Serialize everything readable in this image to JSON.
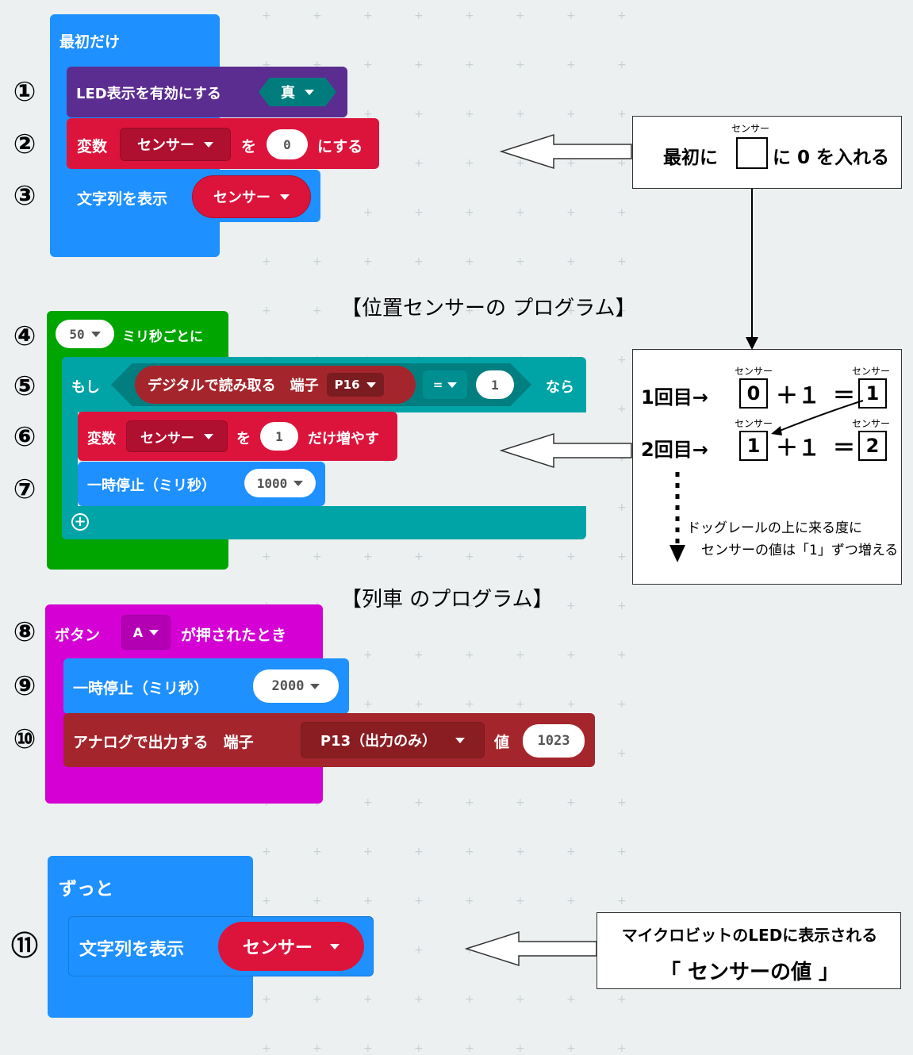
{
  "colors": {
    "blue": "#1e90ff",
    "purple": "#5c2d91",
    "red": "#dc143c",
    "darkred": "#a4262c",
    "green": "#00a500",
    "teal": "#00a4a6",
    "magenta": "#d400d4"
  },
  "markers": [
    "①",
    "②",
    "③",
    "④",
    "⑤",
    "⑥",
    "⑦",
    "⑧",
    "⑨",
    "⑩",
    "⑪"
  ],
  "titles": {
    "sensor_program": "【位置センサーの プログラム】",
    "train_program": "【列車 のプログラム】"
  },
  "block_start": {
    "hat": "最初だけ",
    "led_enable": "LED表示を有効にする",
    "led_value": "真",
    "set_label": "変数",
    "set_var": "センサー",
    "set_wo": "を",
    "set_value": "0",
    "set_suffix": "にする",
    "show_string": "文字列を表示",
    "show_var": "センサー"
  },
  "block_loop": {
    "interval": "50",
    "interval_suffix": "ミリ秒ごとに",
    "if_label": "もし",
    "digital_read": "デジタルで読み取る　端子",
    "pin": "P16",
    "op": "=",
    "compare_value": "1",
    "then_label": "なら",
    "change_label": "変数",
    "change_var": "センサー",
    "change_wo": "を",
    "change_value": "1",
    "change_suffix": "だけ増やす",
    "pause_label": "一時停止（ミリ秒）",
    "pause_value": "1000"
  },
  "block_button": {
    "hat_prefix": "ボタン",
    "button": "A",
    "hat_suffix": "が押されたとき",
    "pause_label": "一時停止（ミリ秒）",
    "pause_value": "2000",
    "analog_label": "アナログで出力する　端子",
    "analog_pin": "P13（出力のみ）",
    "value_label": "値",
    "analog_value": "1023"
  },
  "block_forever": {
    "hat": "ずっと",
    "show_string": "文字列を表示",
    "show_var": "センサー"
  },
  "note1": {
    "ruby": "センサー",
    "prefix": "最初に",
    "suffix": "に 0 を入れる"
  },
  "note2": {
    "row1_label": "1回目→",
    "row1_a": "0",
    "row1_b": "1",
    "row2_label": "2回目→",
    "row2_a": "1",
    "row2_b": "2",
    "plus": "＋１",
    "eq": "＝",
    "ruby": "センサー",
    "desc1": "ドッグレールの上に来る度に",
    "desc2": "センサーの値は「1」ずつ増える"
  },
  "note3": {
    "line1": "マイクロビットのLEDに表示される",
    "line2": "「 センサーの値 」"
  }
}
